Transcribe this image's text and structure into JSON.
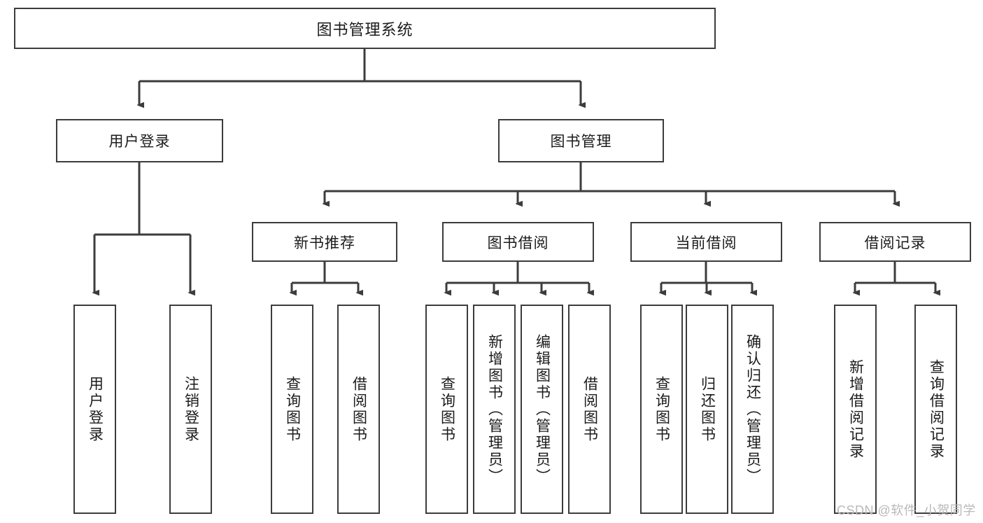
{
  "diagram": {
    "title": "图书管理系统",
    "type": "tree-hierarchy",
    "watermark": "CSDN @软件_小贺同学",
    "colors": {
      "box_border": "#3c3c3c",
      "box_fill": "#ffffff",
      "edge": "#3c3c3c",
      "text": "#1b1b1b",
      "watermark": "#b9b9b9",
      "background": "#ffffff"
    }
  },
  "nodes": {
    "root": {
      "label": "图书管理系统"
    },
    "level1": [
      {
        "id": "user-login",
        "label": "用户登录"
      },
      {
        "id": "book-manage",
        "label": "图书管理"
      }
    ],
    "level2": [
      {
        "id": "new-book-recommend",
        "label": "新书推荐"
      },
      {
        "id": "book-borrow",
        "label": "图书借阅"
      },
      {
        "id": "current-borrow",
        "label": "当前借阅"
      },
      {
        "id": "borrow-record",
        "label": "借阅记录"
      }
    ],
    "leaves": {
      "user_login": [
        {
          "id": "leaf-user-login",
          "label": "用户登录"
        },
        {
          "id": "leaf-logout-login",
          "label": "注销登录"
        }
      ],
      "new_book_recommend": [
        {
          "id": "leaf-query-book-1",
          "label": "查询图书"
        },
        {
          "id": "leaf-borrow-book-1",
          "label": "借阅图书"
        }
      ],
      "book_borrow": [
        {
          "id": "leaf-query-book-2",
          "label": "查询图书"
        },
        {
          "id": "leaf-add-book",
          "label": "新增图书（管理员）"
        },
        {
          "id": "leaf-edit-book",
          "label": "编辑图书（管理员）"
        },
        {
          "id": "leaf-borrow-book-2",
          "label": "借阅图书"
        }
      ],
      "current_borrow": [
        {
          "id": "leaf-query-book-3",
          "label": "查询图书"
        },
        {
          "id": "leaf-return-book",
          "label": "归还图书"
        },
        {
          "id": "leaf-confirm-return",
          "label": "确认归还（管理员）"
        }
      ],
      "borrow_record": [
        {
          "id": "leaf-add-borrow-record",
          "label": "新增借阅记录"
        },
        {
          "id": "leaf-query-borrow-record",
          "label": "查询借阅记录"
        }
      ]
    }
  }
}
